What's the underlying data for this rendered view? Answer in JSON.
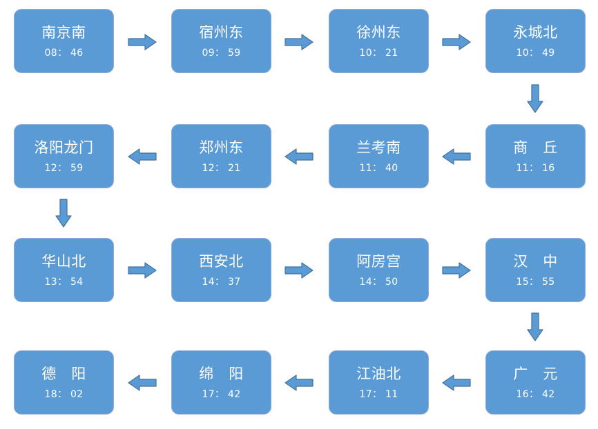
{
  "diagram": {
    "title": "train-route-flowchart",
    "colors": {
      "node_fill": "#5B9BD5",
      "node_border": "#8FAADC",
      "node_text": "#FFFFFF",
      "arrow_fill": "#5B9BD5",
      "arrow_stroke": "#41719C",
      "background": "#FFFFFF"
    },
    "rows": [
      {
        "direction": "right",
        "nodes": [
          {
            "name": "南京南",
            "time": "08： 46"
          },
          {
            "name": "宿州东",
            "time": "09： 59"
          },
          {
            "name": "徐州东",
            "time": "10： 21"
          },
          {
            "name": "永城北",
            "time": "10： 49"
          }
        ]
      },
      {
        "direction": "left",
        "nodes": [
          {
            "name": "洛阳龙门",
            "time": "12： 59"
          },
          {
            "name": "郑州东",
            "time": "12： 21"
          },
          {
            "name": "兰考南",
            "time": "11： 40"
          },
          {
            "name": "商　丘",
            "time": "11： 16"
          }
        ]
      },
      {
        "direction": "right",
        "nodes": [
          {
            "name": "华山北",
            "time": "13： 54"
          },
          {
            "name": "西安北",
            "time": "14： 37"
          },
          {
            "name": "阿房宫",
            "time": "14： 50"
          },
          {
            "name": "汉　中",
            "time": "15： 55"
          }
        ]
      },
      {
        "direction": "left",
        "nodes": [
          {
            "name": "德　阳",
            "time": "18： 02"
          },
          {
            "name": "绵　阳",
            "time": "17： 42"
          },
          {
            "name": "江油北",
            "time": "17： 11"
          },
          {
            "name": "广　元",
            "time": "16： 42"
          }
        ]
      }
    ],
    "connectors": {
      "row1": [
        "arrow-right-icon",
        "arrow-right-icon",
        "arrow-right-icon"
      ],
      "row2": [
        "arrow-left-icon",
        "arrow-left-icon",
        "arrow-left-icon"
      ],
      "row3": [
        "arrow-right-icon",
        "arrow-right-icon",
        "arrow-right-icon"
      ],
      "row4": [
        "arrow-left-icon",
        "arrow-left-icon",
        "arrow-left-icon"
      ],
      "vertical": [
        "arrow-down-icon",
        "arrow-down-icon",
        "arrow-down-icon"
      ]
    }
  }
}
